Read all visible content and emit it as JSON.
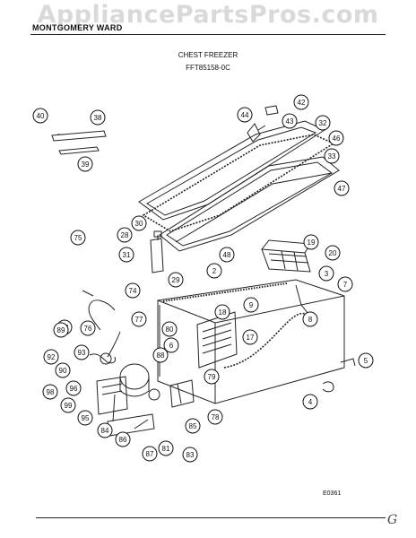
{
  "watermark": "AppliancePartsPros.com",
  "header": {
    "brand": "MONTGOMERY WARD",
    "title": "CHEST FREEZER",
    "model": "FFT85158-0C"
  },
  "diagram_code": "E0361",
  "signature": "G",
  "callouts": [
    "2",
    "3",
    "4",
    "5",
    "6",
    "7",
    "8",
    "9",
    "17",
    "18",
    "19",
    "20",
    "28",
    "29",
    "30",
    "31",
    "32",
    "33",
    "38",
    "39",
    "40",
    "42",
    "43",
    "44",
    "46",
    "47",
    "48",
    "73",
    "74",
    "75",
    "76",
    "77",
    "78",
    "79",
    "80",
    "81",
    "83",
    "84",
    "85",
    "86",
    "87",
    "88",
    "89",
    "90",
    "92",
    "93",
    "95",
    "96",
    "98",
    "99"
  ]
}
